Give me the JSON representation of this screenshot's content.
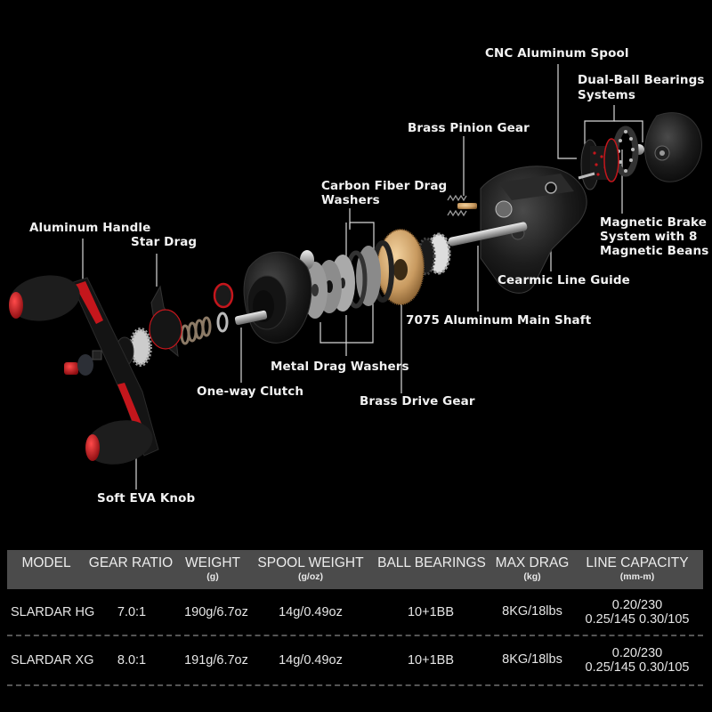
{
  "diagram": {
    "labels": {
      "cnc_spool": "CNC Aluminum Spool",
      "dual_ball_1": "Dual-Ball Bearings",
      "dual_ball_2": "Systems",
      "brass_pinion": "Brass Pinion Gear",
      "carbon_1": "Carbon Fiber Drag",
      "carbon_2": "Washers",
      "aluminum_handle": "Aluminum Handle",
      "star_drag": "Star Drag",
      "magnetic_1": "Magnetic Brake",
      "magnetic_2": "System with 8",
      "magnetic_3": "Magnetic Beans",
      "ceramic_guide": "Cearmic Line Guide",
      "main_shaft": "7075 Aluminum Main Shaft",
      "metal_washers": "Metal Drag Washers",
      "one_way_clutch": "One-way Clutch",
      "brass_drive": "Brass Drive Gear",
      "soft_eva": "Soft EVA Knob"
    },
    "colors": {
      "background": "#000000",
      "accent_red": "#c4161c",
      "brass": "#c8a06a",
      "metal": "#9a9a9a"
    }
  },
  "table": {
    "header_bg": "#4b4b4b",
    "columns": [
      {
        "label": "MODEL",
        "unit": ""
      },
      {
        "label": "GEAR RATIO",
        "unit": ""
      },
      {
        "label": "WEIGHT",
        "unit": "(g)"
      },
      {
        "label": "SPOOL WEIGHT",
        "unit": "(g/oz)"
      },
      {
        "label": "BALL BEARINGS",
        "unit": ""
      },
      {
        "label": "MAX DRAG",
        "unit": "(kg)"
      },
      {
        "label": "LINE CAPACITY",
        "unit": "(mm-m)"
      }
    ],
    "rows": [
      {
        "model": "SLARDAR HG",
        "gear_ratio": "7.0:1",
        "weight": "190g/6.7oz",
        "spool_weight": "14g/0.49oz",
        "ball_bearings": "10+1BB",
        "max_drag": "8KG/18lbs",
        "line_capacity_1": "0.20/230",
        "line_capacity_2": "0.25/145 0.30/105"
      },
      {
        "model": "SLARDAR XG",
        "gear_ratio": "8.0:1",
        "weight": "191g/6.7oz",
        "spool_weight": "14g/0.49oz",
        "ball_bearings": "10+1BB",
        "max_drag": "8KG/18lbs",
        "line_capacity_1": "0.20/230",
        "line_capacity_2": "0.25/145 0.30/105"
      }
    ]
  }
}
